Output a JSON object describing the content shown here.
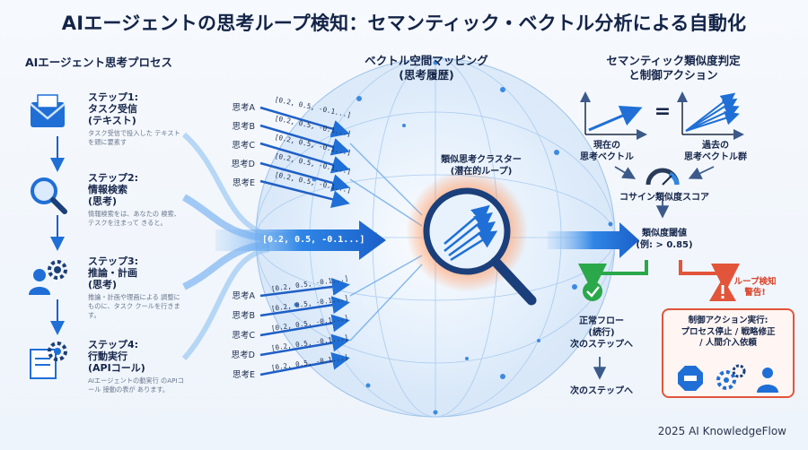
{
  "title": "AIエージェントの思考ループ検知：セマンティック・ベクトル分析による自動化",
  "left_section": {
    "heading": "AIエージェント思考プロセス",
    "steps": [
      {
        "title": "ステップ1:\nタスク受信\n(テキスト)",
        "desc": "タスク受信で投入した テキストを頭に要素す",
        "icon": "envelope-icon"
      },
      {
        "title": "ステップ2:\n情報検索\n(思考)",
        "desc": "情報検索をは、あなたの 検索、テスクを注まって きると。",
        "icon": "magnifier-icon"
      },
      {
        "title": "ステップ3:\n推論・計画\n(思考)",
        "desc": "推論・計画や理画による 調整にものに、タスク クールを行きます。",
        "icon": "person-gear-icon"
      },
      {
        "title": "ステップ4:\n行動実行\n(APIコール)",
        "desc": "AIエージェントの動実行 のAPIコール 接動の表が あります。",
        "icon": "action-gear-icon"
      }
    ]
  },
  "middle_section": {
    "heading": "ベクトル空間マッピング\n(思考履歴)",
    "thoughts_top": [
      {
        "label": "思考A",
        "vec": "[0.2, 0.5, -0.1...]"
      },
      {
        "label": "思考B",
        "vec": "[0.2, 0.5, -0.1...]"
      },
      {
        "label": "思考C",
        "vec": "[0.2, 0.5, -0.1...]"
      },
      {
        "label": "思考D",
        "vec": "[0.2, 0.5, -0.1...]"
      },
      {
        "label": "思考E",
        "vec": "[0.2, 0.5, -0.1...]"
      }
    ],
    "thoughts_bottom": [
      {
        "label": "思考A",
        "vec": "[0.2, 0.5, -0.1...]"
      },
      {
        "label": "思考B",
        "vec": "[0.2, 0.5, -0.1...]"
      },
      {
        "label": "思考C",
        "vec": "[0.2, 0.5, -0.1...]"
      },
      {
        "label": "思考D",
        "vec": "[0.2, 0.5, -0.1...]"
      },
      {
        "label": "思考E",
        "vec": "[0.2, 0.5, -0.1...]"
      }
    ],
    "main_vector": "[0.2, 0.5, -0.1...]",
    "cluster_label": "類似思考クラスター\n(潜在的ループ)"
  },
  "right_section": {
    "heading": "セマンティック類似度判定\nと制御アクション",
    "current_vector": "現在の\n思考ベクトル",
    "equals": "=",
    "past_vectors": "過去の\n思考ベクトル群",
    "cosine_label": "コサイン類似度スコア",
    "threshold_label": "類似度閾値\n(例: > 0.85)",
    "warning_label": "ループ検知\n警告!",
    "normal_flow": "正常フロー\n(続行)\n次のステップへ",
    "next_step": "次のステップへ",
    "control_action": "制御アクション実行:\nプロセス停止 / 戦略修正\n/ 人間介入依頼"
  },
  "footer": "2025 AI KnowledgeFlow",
  "colors": {
    "accent_blue": "#1f6fd6",
    "warn_red": "#e2553a",
    "ok_green": "#2aa84a",
    "navy": "#16264a"
  }
}
